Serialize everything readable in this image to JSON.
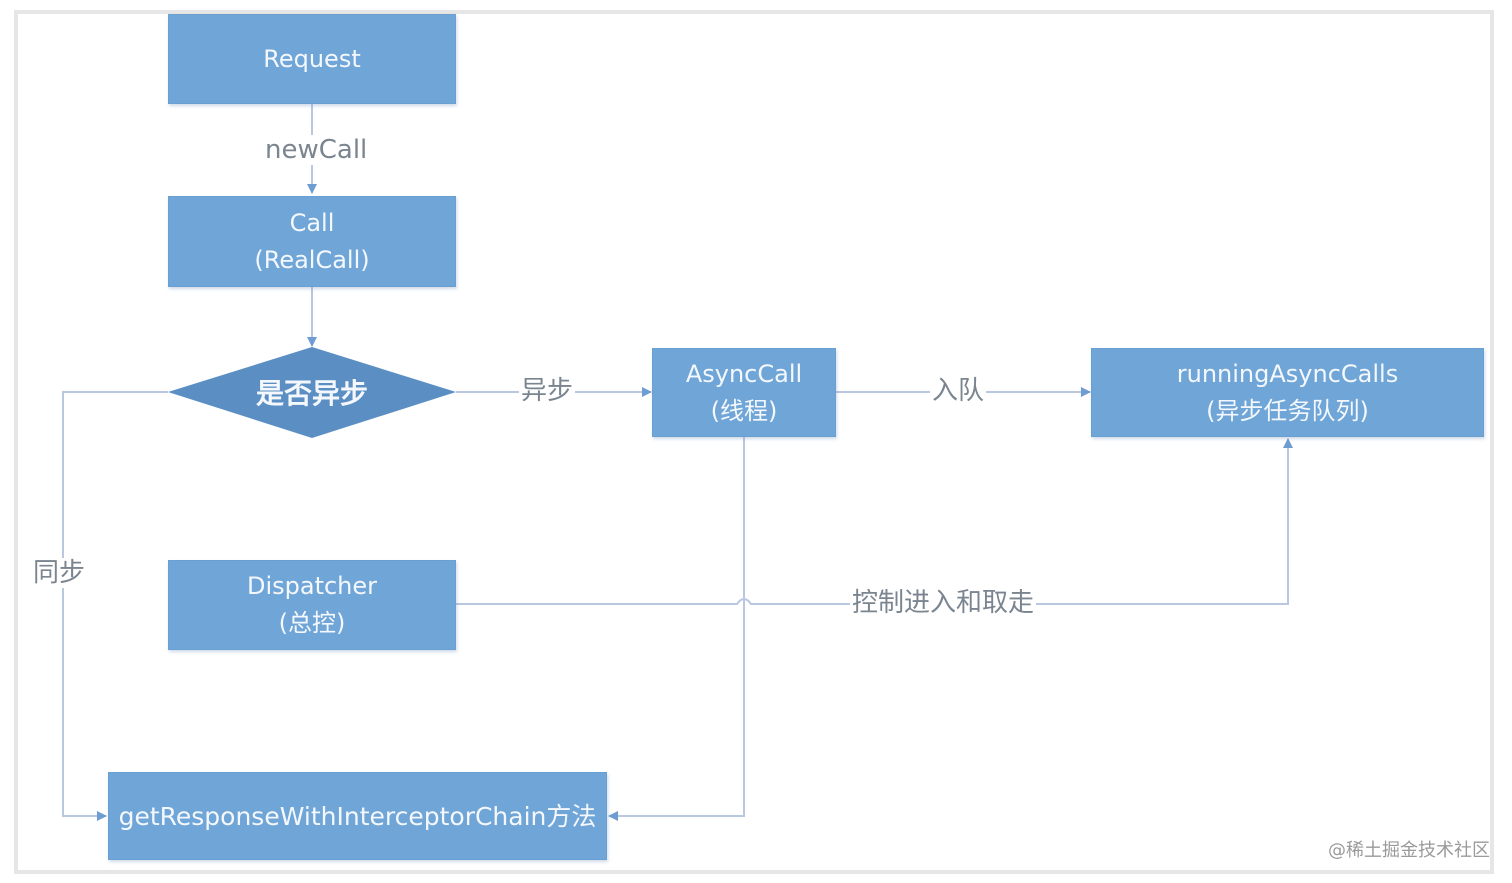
{
  "diagram": {
    "nodes": {
      "request": {
        "label": "Request"
      },
      "call": {
        "line1": "Call",
        "line2": "(RealCall)"
      },
      "decision": {
        "label": "是否异步"
      },
      "async_call": {
        "line1": "AsyncCall",
        "line2": "(线程)"
      },
      "running_async_calls": {
        "line1": "runningAsyncCalls",
        "line2": "(异步任务队列)"
      },
      "dispatcher": {
        "line1": "Dispatcher",
        "line2": "(总控)"
      },
      "get_response": {
        "label": "getResponseWithInterceptorChain方法"
      }
    },
    "edges": {
      "new_call": "newCall",
      "async": "异步",
      "enqueue": "入队",
      "sync": "同步",
      "control": "控制进入和取走"
    },
    "colors": {
      "node_fill": "#70a5d7",
      "decision_fill": "#5b8fc4",
      "line": "#b9c7e0",
      "arrow": "#6f9dd2",
      "text_light": "#f4f8fc",
      "label_text": "#7a8590"
    }
  },
  "watermark": "@稀土掘金技术社区"
}
